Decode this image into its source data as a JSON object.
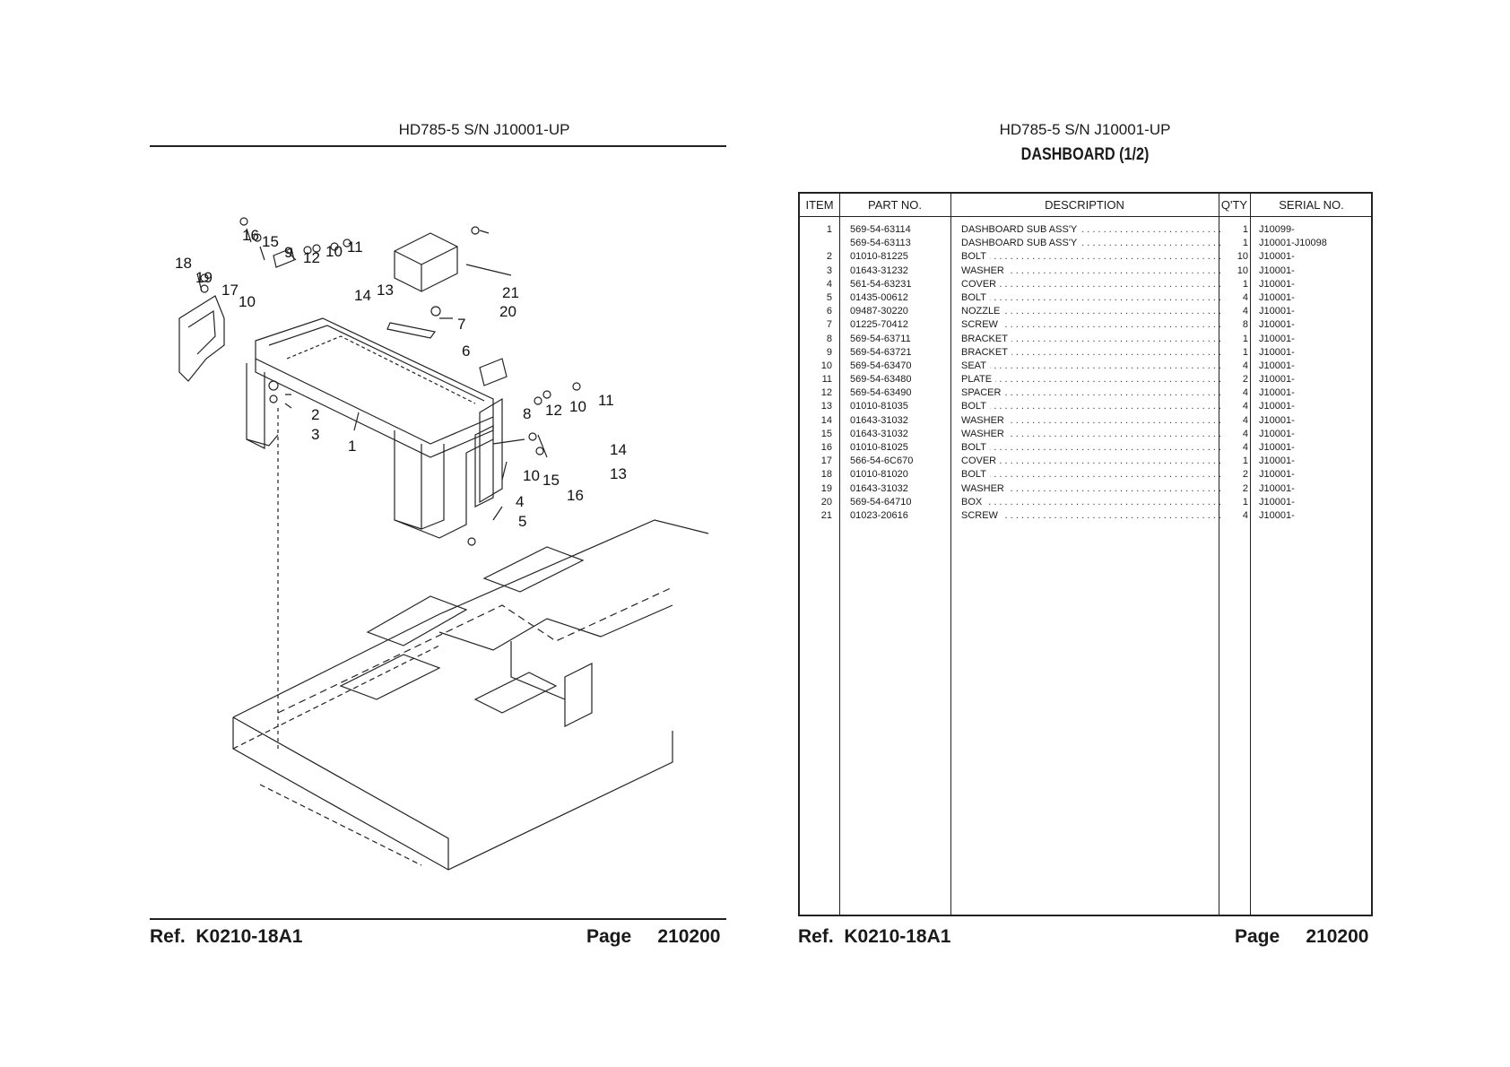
{
  "left_page": {
    "header": "HD785-5 S/N J10001-UP",
    "callouts": [
      "16",
      "15",
      "9",
      "12",
      "10",
      "11",
      "18",
      "19",
      "17",
      "10",
      "14",
      "13",
      "21",
      "20",
      "7",
      "6",
      "2",
      "3",
      "1",
      "8",
      "12",
      "10",
      "11",
      "14",
      "13",
      "10",
      "15",
      "16",
      "4",
      "5"
    ],
    "footer_ref_label": "Ref.",
    "footer_ref_value": "K0210-18A1",
    "footer_page_label": "Page",
    "footer_page_value": "210200"
  },
  "right_page": {
    "header": "HD785-5 S/N J10001-UP",
    "title": "DASHBOARD (1/2)",
    "columns": {
      "item": "ITEM",
      "part_no": "PART NO.",
      "description": "DESCRIPTION",
      "qty": "Q'TY",
      "serial_no": "SERIAL NO."
    },
    "rows": [
      {
        "item": "1",
        "part_no": "569-54-63114",
        "description": "DASHBOARD SUB ASS'Y",
        "qty": "1",
        "serial_no": "J10099-"
      },
      {
        "item": "",
        "part_no": "569-54-63113",
        "description": "DASHBOARD SUB ASS'Y",
        "qty": "1",
        "serial_no": "J10001-J10098"
      },
      {
        "item": "2",
        "part_no": "01010-81225",
        "description": "BOLT",
        "qty": "10",
        "serial_no": "J10001-"
      },
      {
        "item": "3",
        "part_no": "01643-31232",
        "description": "WASHER",
        "qty": "10",
        "serial_no": "J10001-"
      },
      {
        "item": "4",
        "part_no": "561-54-63231",
        "description": "COVER",
        "qty": "1",
        "serial_no": "J10001-"
      },
      {
        "item": "5",
        "part_no": "01435-00612",
        "description": "BOLT",
        "qty": "4",
        "serial_no": "J10001-"
      },
      {
        "item": "6",
        "part_no": "09487-30220",
        "description": "NOZZLE",
        "qty": "4",
        "serial_no": "J10001-"
      },
      {
        "item": "7",
        "part_no": "01225-70412",
        "description": "SCREW",
        "qty": "8",
        "serial_no": "J10001-"
      },
      {
        "item": "8",
        "part_no": "569-54-63711",
        "description": "BRACKET",
        "qty": "1",
        "serial_no": "J10001-"
      },
      {
        "item": "9",
        "part_no": "569-54-63721",
        "description": "BRACKET",
        "qty": "1",
        "serial_no": "J10001-"
      },
      {
        "item": "10",
        "part_no": "569-54-63470",
        "description": "SEAT",
        "qty": "4",
        "serial_no": "J10001-"
      },
      {
        "item": "11",
        "part_no": "569-54-63480",
        "description": "PLATE",
        "qty": "2",
        "serial_no": "J10001-"
      },
      {
        "item": "12",
        "part_no": "569-54-63490",
        "description": "SPACER",
        "qty": "4",
        "serial_no": "J10001-"
      },
      {
        "item": "13",
        "part_no": "01010-81035",
        "description": "BOLT",
        "qty": "4",
        "serial_no": "J10001-"
      },
      {
        "item": "14",
        "part_no": "01643-31032",
        "description": "WASHER",
        "qty": "4",
        "serial_no": "J10001-"
      },
      {
        "item": "15",
        "part_no": "01643-31032",
        "description": "WASHER",
        "qty": "4",
        "serial_no": "J10001-"
      },
      {
        "item": "16",
        "part_no": "01010-81025",
        "description": "BOLT",
        "qty": "4",
        "serial_no": "J10001-"
      },
      {
        "item": "17",
        "part_no": "566-54-6C670",
        "description": "COVER",
        "qty": "1",
        "serial_no": "J10001-"
      },
      {
        "item": "18",
        "part_no": "01010-81020",
        "description": "BOLT",
        "qty": "2",
        "serial_no": "J10001-"
      },
      {
        "item": "19",
        "part_no": "01643-31032",
        "description": "WASHER",
        "qty": "2",
        "serial_no": "J10001-"
      },
      {
        "item": "20",
        "part_no": "569-54-64710",
        "description": "BOX",
        "qty": "1",
        "serial_no": "J10001-"
      },
      {
        "item": "21",
        "part_no": "01023-20616",
        "description": "SCREW",
        "qty": "4",
        "serial_no": "J10001-"
      }
    ],
    "footer_ref_label": "Ref.",
    "footer_ref_value": "K0210-18A1",
    "footer_page_label": "Page",
    "footer_page_value": "210200"
  }
}
